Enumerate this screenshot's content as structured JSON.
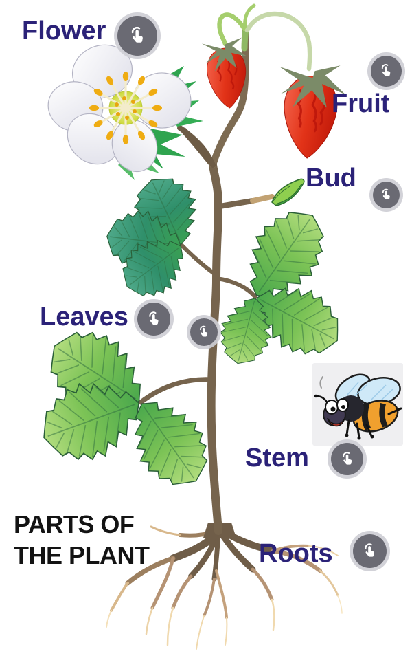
{
  "header": {
    "title_line1": "PARTS OF",
    "title_line2": "THE PLANT"
  },
  "labels": {
    "flower": "Flower",
    "fruit": "Fruit",
    "bud": "Bud",
    "leaves": "Leaves",
    "stem": "Stem",
    "roots": "Roots"
  },
  "tap_buttons": [
    {
      "part": "flower"
    },
    {
      "part": "fruit"
    },
    {
      "part": "bud"
    },
    {
      "part": "leaves"
    },
    {
      "part": "leaves-secondary"
    },
    {
      "part": "stem"
    },
    {
      "part": "roots"
    }
  ],
  "icons": {
    "tap": "tap-gesture-icon"
  },
  "illustrations": {
    "plant": "strawberry-plant",
    "bee": "cartoon-bee"
  },
  "colors": {
    "label_text": "#2b2278",
    "title_text": "#131313",
    "tap_button_bg": "#6a6a73",
    "tap_button_ring": "#ced0d5",
    "tap_glyph": "#ffffff",
    "leaf_light_green": "#7ac143",
    "leaf_dark_teal": "#2f8f6a",
    "stem_brown": "#76644d",
    "berry_red": "#dd2413",
    "calyx_olive": "#7b8b68",
    "flower_petal": "#ffffff",
    "flower_center": "#ccd83a",
    "stamen_yellow": "#efac12",
    "root_tip_cream": "#f4e0ba",
    "bee_wing_blue": "#cfe9f8",
    "bee_body_orange": "#f0a02e",
    "bee_panel_gray": "#efeff1"
  }
}
